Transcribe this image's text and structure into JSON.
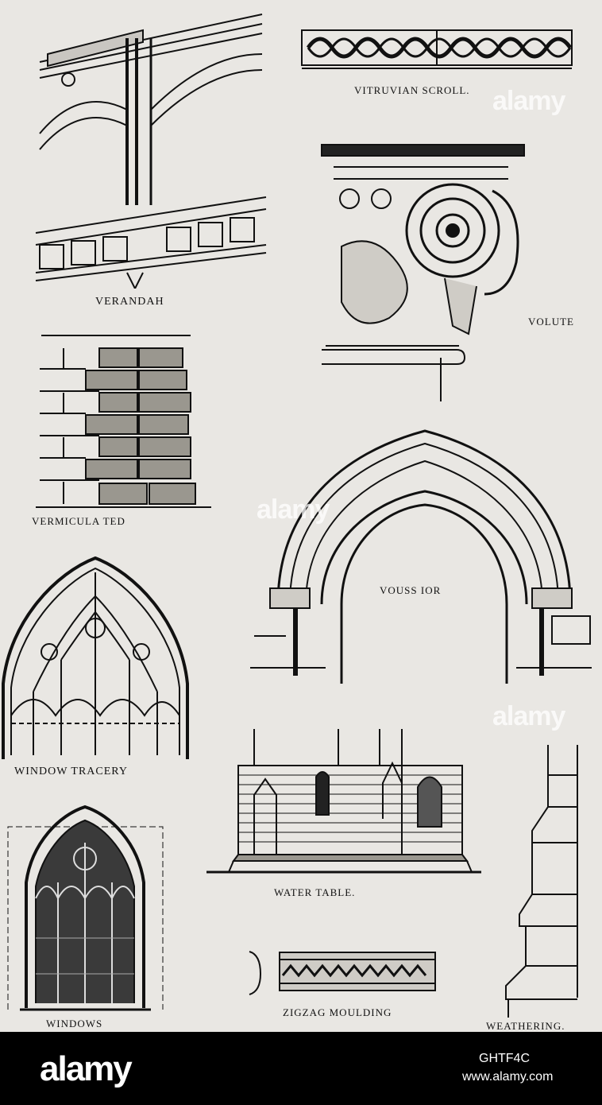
{
  "labels": {
    "verandah": "VERANDAH",
    "vitruvian_scroll": "VITRUVIAN SCROLL.",
    "volute": "VOLUTE",
    "vermiculated": "VERMICULA TED",
    "voussior": "VOUSS IOR",
    "window_tracery": "WINDOW TRACERY",
    "water_table": "WATER TABLE.",
    "windows": "WINDOWS",
    "zigzag_moulding": "ZIGZAG MOULDING",
    "weathering": "WEATHERING."
  },
  "watermark": {
    "text": "alamy"
  },
  "footer": {
    "brand": "alamy",
    "image_id": "GHTF4C",
    "site": "www.alamy.com"
  },
  "icons": [
    "verandah-illustration",
    "vitruvian-scroll-illustration",
    "volute-illustration",
    "vermiculated-illustration",
    "voussoir-arch-illustration",
    "window-tracery-illustration",
    "water-table-illustration",
    "windows-illustration",
    "zigzag-moulding-illustration",
    "weathering-illustration"
  ]
}
